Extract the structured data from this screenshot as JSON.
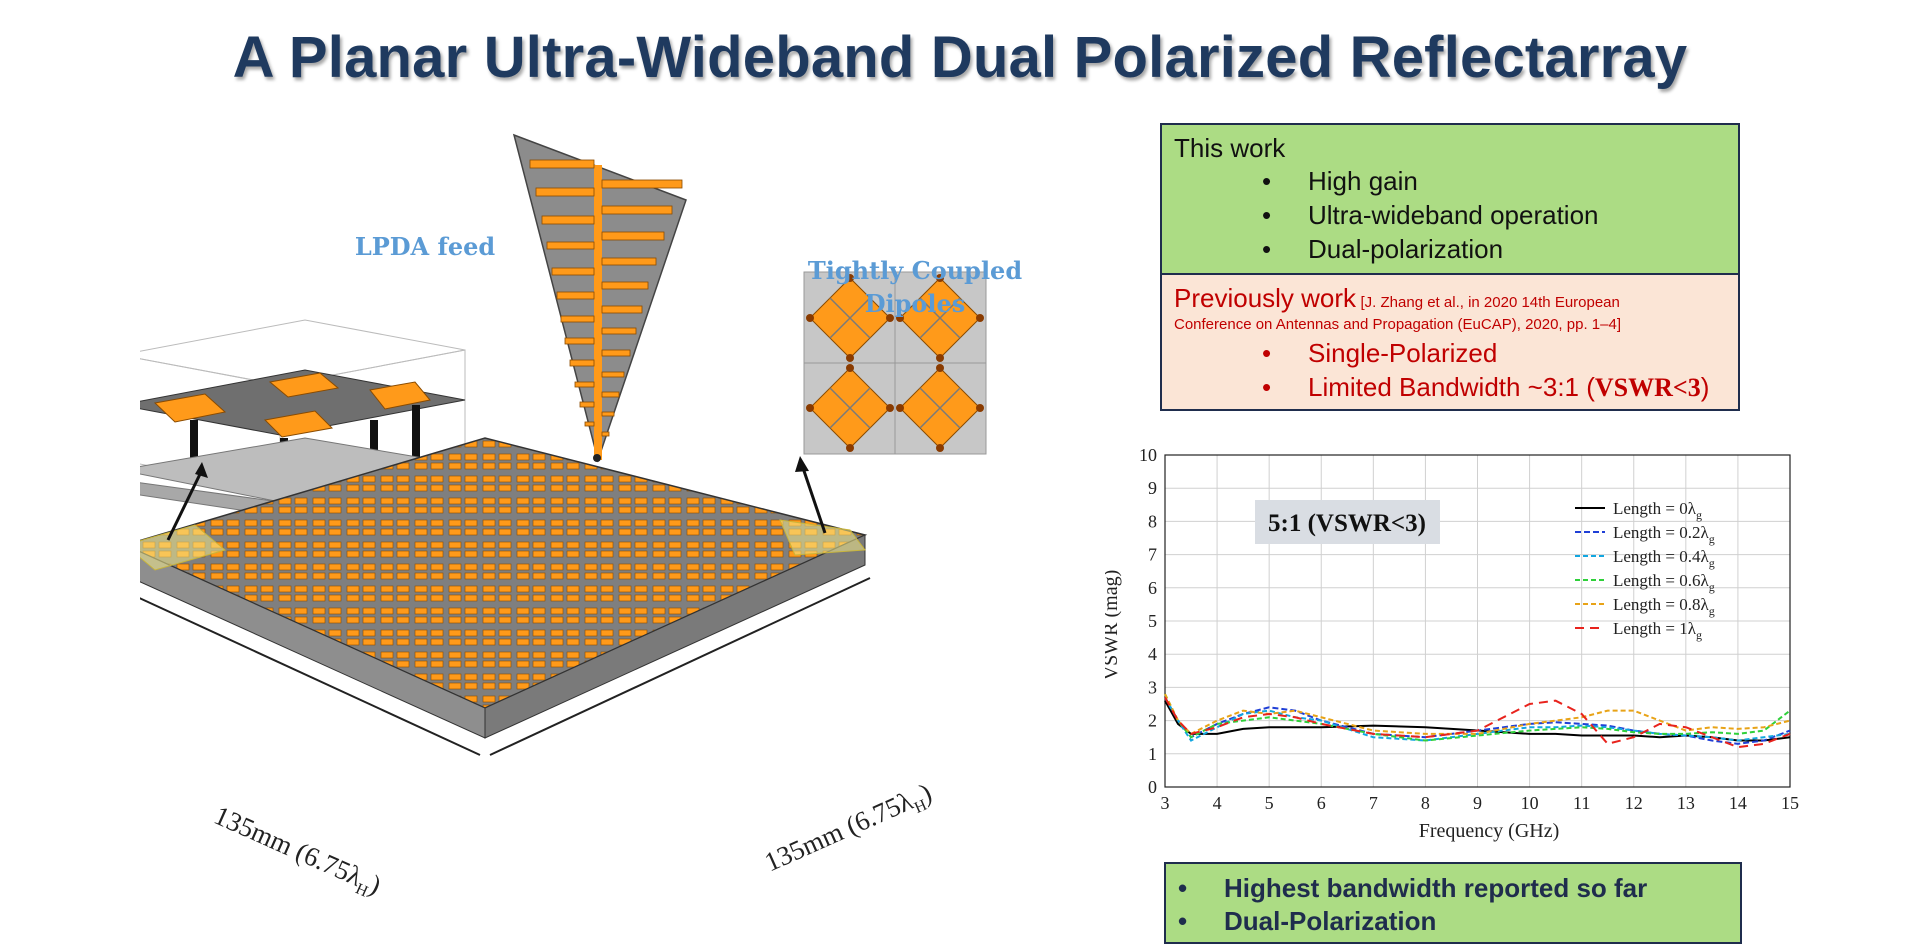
{
  "title": "A Planar Ultra-Wideband Dual Polarized Reflectarray",
  "figure": {
    "lpda_label": "LPDA feed",
    "tcd_label_1": "Tightly Coupled",
    "tcd_label_2": "Dipoles",
    "dim_left": "135mm (6.75λ",
    "dim_left_sub": "H",
    "dim_right": "135mm (6.75λ",
    "dim_right_sub": "H",
    "colors": {
      "patch": "#ff9a1a",
      "substrate": "#7f7f7f",
      "frame": "#f3e98a"
    }
  },
  "this_work": {
    "heading": "This work",
    "items": [
      "High gain",
      "Ultra-wideband operation",
      "Dual-polarization"
    ]
  },
  "previous_work": {
    "heading": "Previously work",
    "ref_1": "[J. Zhang et al., in 2020 14th European",
    "ref_2": "Conference on Antennas and Propagation (EuCAP), 2020, pp. 1–4]",
    "item_1": "Single-Polarized",
    "item_2_prefix": "Limited Bandwidth ~3:1 (",
    "item_2_bold": "VSWR<3",
    "item_2_suffix": ")"
  },
  "highlights": {
    "items": [
      "Highest bandwidth reported so far",
      "Dual-Polarization"
    ]
  },
  "chart_data": {
    "type": "line",
    "annotation": "5:1 (VSWR<3)",
    "xlabel": "Frequency (GHz)",
    "ylabel": "VSWR (mag)",
    "xlim": [
      3,
      15
    ],
    "ylim": [
      0,
      10
    ],
    "xticks": [
      3,
      4,
      5,
      6,
      7,
      8,
      9,
      10,
      11,
      12,
      13,
      14,
      15
    ],
    "yticks": [
      0,
      1,
      2,
      3,
      4,
      5,
      6,
      7,
      8,
      9,
      10
    ],
    "grid": true,
    "legend_position": "top-right",
    "x": [
      3,
      3.25,
      3.5,
      4,
      4.5,
      5,
      5.5,
      6,
      7,
      8,
      9,
      10,
      10.5,
      11,
      11.5,
      12,
      12.5,
      13,
      13.5,
      14,
      14.5,
      15
    ],
    "series": [
      {
        "name": "Length = 0λ",
        "sub": "g",
        "color": "#000000",
        "dash": "",
        "values": [
          2.6,
          1.9,
          1.6,
          1.6,
          1.75,
          1.8,
          1.8,
          1.8,
          1.85,
          1.8,
          1.7,
          1.6,
          1.6,
          1.55,
          1.55,
          1.55,
          1.5,
          1.55,
          1.5,
          1.4,
          1.4,
          1.5
        ]
      },
      {
        "name": "Length = 0.2λ",
        "sub": "g",
        "color": "#1f3fd6",
        "dash": "6,3",
        "values": [
          2.7,
          2.0,
          1.5,
          1.9,
          2.2,
          2.4,
          2.3,
          2.0,
          1.6,
          1.5,
          1.7,
          1.9,
          1.95,
          1.9,
          1.85,
          1.7,
          1.6,
          1.55,
          1.4,
          1.3,
          1.4,
          1.7
        ]
      },
      {
        "name": "Length = 0.4λ",
        "sub": "g",
        "color": "#12a6e0",
        "dash": "5,3",
        "values": [
          2.7,
          2.0,
          1.4,
          1.8,
          2.2,
          2.3,
          2.1,
          2.0,
          1.5,
          1.4,
          1.6,
          1.8,
          1.8,
          1.85,
          1.8,
          1.7,
          1.6,
          1.55,
          1.5,
          1.4,
          1.5,
          1.6
        ]
      },
      {
        "name": "Length = 0.6λ",
        "sub": "g",
        "color": "#2fd03a",
        "dash": "5,3",
        "values": [
          2.8,
          2.0,
          1.5,
          1.9,
          2.0,
          2.1,
          2.0,
          1.9,
          1.6,
          1.4,
          1.55,
          1.7,
          1.75,
          1.8,
          1.75,
          1.65,
          1.6,
          1.6,
          1.65,
          1.6,
          1.7,
          2.3
        ]
      },
      {
        "name": "Length = 0.8λ",
        "sub": "g",
        "color": "#e8a317",
        "dash": "5,3",
        "values": [
          2.8,
          2.0,
          1.6,
          2.0,
          2.3,
          2.2,
          2.3,
          2.1,
          1.7,
          1.6,
          1.6,
          1.9,
          2.0,
          2.1,
          2.3,
          2.3,
          2.0,
          1.7,
          1.8,
          1.75,
          1.8,
          2.0
        ]
      },
      {
        "name": "Length = 1λ",
        "sub": "g",
        "color": "#e8231d",
        "dash": "9,6",
        "values": [
          2.7,
          2.0,
          1.6,
          1.8,
          2.1,
          2.2,
          2.1,
          1.9,
          1.6,
          1.5,
          1.7,
          2.5,
          2.6,
          2.2,
          1.3,
          1.5,
          1.9,
          1.8,
          1.5,
          1.2,
          1.3,
          1.6
        ]
      }
    ]
  }
}
